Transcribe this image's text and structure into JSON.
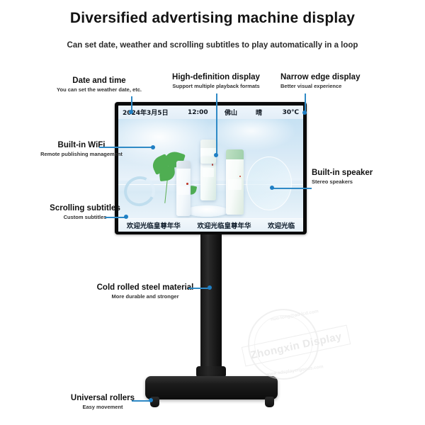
{
  "header": {
    "title": "Diversified advertising machine display",
    "subtitle": "Can set date, weather and scrolling subtitles to play automatically in a loop"
  },
  "callouts": [
    {
      "id": "date-and-time",
      "main": "Date and time",
      "sub": "You can set the weather date, etc."
    },
    {
      "id": "high-definition",
      "main": "High-definition display",
      "sub": "Support multiple playback formats"
    },
    {
      "id": "narrow-edge",
      "main": "Narrow edge display",
      "sub": "Better visual experience"
    },
    {
      "id": "built-in-wifi",
      "main": "Built-in WiFi",
      "sub": "Remote publishing management"
    },
    {
      "id": "built-in-speaker",
      "main": "Built-in speaker",
      "sub": "Stereo speakers"
    },
    {
      "id": "scrolling-subtitles",
      "main": "Scrolling subtitles",
      "sub": "Custom subtitles"
    },
    {
      "id": "cold-rolled-steel",
      "main": "Cold rolled steel material",
      "sub": "More durable and stronger"
    },
    {
      "id": "universal-rollers",
      "main": "Universal rollers",
      "sub": "Easy movement"
    }
  ],
  "screen": {
    "status_bar": {
      "date": "2024年3月5日",
      "time": "12:00",
      "city": "佛山",
      "condition": "晴",
      "temperature": "30℃"
    },
    "ticker": [
      "欢迎光临皇尊年华",
      "欢迎光临皇尊年华",
      "欢迎光临"
    ]
  },
  "watermark": {
    "brand": "Zhongxin Display",
    "top_text": "nuo-long@ad-lcd.com",
    "bottom_text": "www.adsplayergoods.com"
  },
  "colors": {
    "leader_line": "#2f8ac6",
    "leader_dot": "#1f7fc4",
    "background": "#ffffff",
    "frame": "#0a0a0a"
  }
}
